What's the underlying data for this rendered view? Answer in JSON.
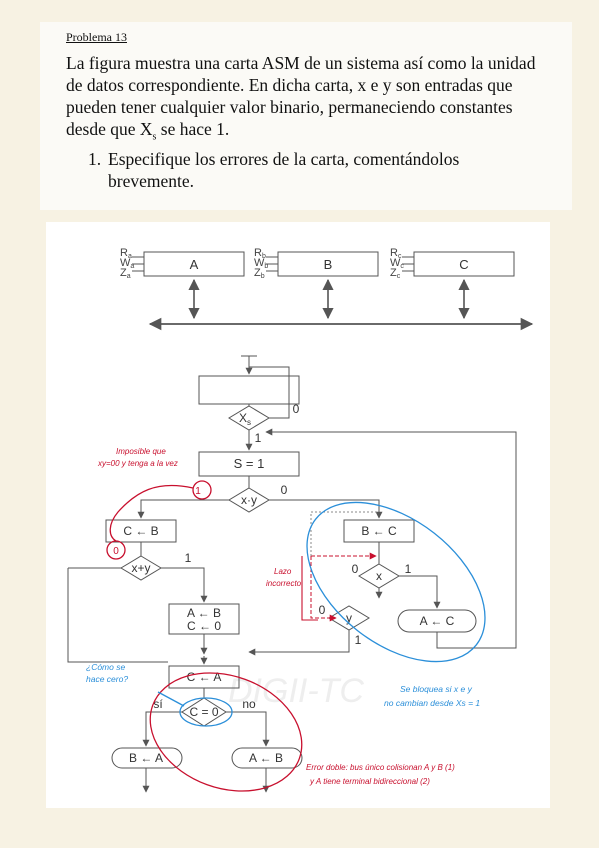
{
  "problem": {
    "title": "Problema 13",
    "paragraph_a": "La figura muestra una carta ASM de un sistema así como la unidad de datos correspondiente. En dicha carta, x e y son entradas que pueden tener cualquier valor binario, permaneciendo constantes desde que X",
    "subscript": "s",
    "paragraph_b": " se hace 1.",
    "item_number": "1.",
    "item_text": "Especifique los errores de la carta, comentándolos brevemente."
  },
  "datapath": {
    "registers": [
      {
        "name": "A",
        "signals": [
          "R",
          "W",
          "Z"
        ],
        "sub": "a"
      },
      {
        "name": "B",
        "signals": [
          "R",
          "W",
          "Z"
        ],
        "sub": "b"
      },
      {
        "name": "C",
        "signals": [
          "R",
          "W",
          "Z"
        ],
        "sub": "c"
      }
    ]
  },
  "asm": {
    "decision_xs": "X",
    "decision_xs_sub": "s",
    "xs_zero": "0",
    "xs_one": "1",
    "state_s": "S = 1",
    "decision_xy": "x·y",
    "xy_zero": "0",
    "xy_one": "1",
    "op_cb": "C ← B",
    "decision_xplusy": "x+y",
    "xplusy_zero": "0",
    "xplusy_one": "1",
    "op_ab_c0_line1": "A ← B",
    "op_ab_c0_line2": "C ← 0",
    "op_bc": "B ← C",
    "decision_x": "x",
    "x_zero": "0",
    "x_one": "1",
    "op_ac": "A ← C",
    "decision_y": "y",
    "y_zero": "0",
    "y_one": "1",
    "op_ca": "C ← A",
    "decision_c0": "C = 0",
    "c0_yes": "sí",
    "c0_no": "no",
    "op_ba": "B ← A",
    "op_ab": "A ← B"
  },
  "watermark": "DIGII-TC",
  "annotations": {
    "imposible_line1": "Imposible que",
    "imposible_line2": "xy=00 y tenga a la vez",
    "circled_one": "1",
    "circled_zero": "0",
    "lazo_line1": "Lazo",
    "lazo_line2": "incorrecto",
    "como_line1": "¿Cómo se",
    "como_line2": "hace cero?",
    "bloquea_line1": "Se bloquea si x e y",
    "bloquea_line2": "no cambian desde Xs = 1",
    "error_line1": "Error doble: bus único colisionan A y B (1)",
    "error_line2": "y A tiene terminal bidireccional (2)"
  },
  "colors": {
    "red_annotation": "#c8102e",
    "blue_annotation": "#2b8fd9",
    "diagram_gray": "#555555"
  }
}
